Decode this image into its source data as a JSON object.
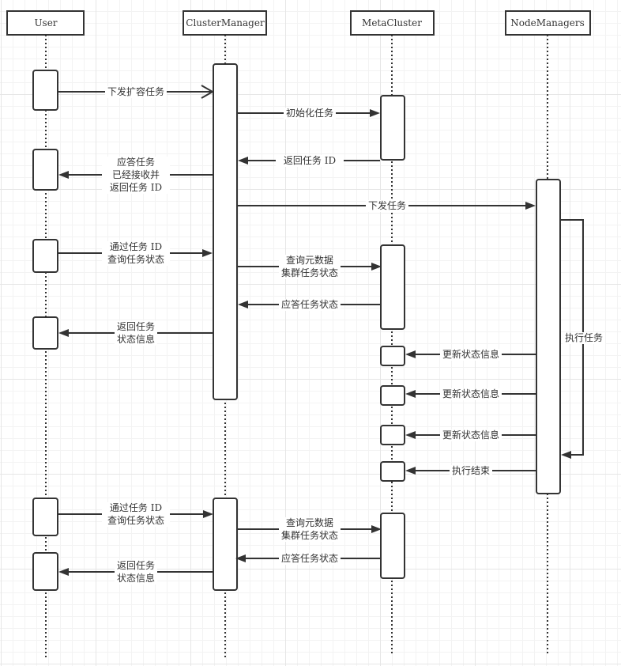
{
  "participants": [
    {
      "id": "user",
      "label": "User"
    },
    {
      "id": "cm",
      "label": "ClusterManager"
    },
    {
      "id": "meta",
      "label": "MetaCluster"
    },
    {
      "id": "nm",
      "label": "NodeManagers"
    }
  ],
  "messages": [
    {
      "from": "user",
      "to": "cm",
      "lines": [
        "下发扩容任务"
      ],
      "arrow": "open"
    },
    {
      "from": "cm",
      "to": "meta",
      "lines": [
        "初始化任务"
      ],
      "arrow": "filled"
    },
    {
      "from": "meta",
      "to": "cm",
      "lines": [
        "返回任务 ID"
      ],
      "arrow": "filled"
    },
    {
      "from": "cm",
      "to": "user",
      "lines": [
        "应答任务",
        "已经接收并",
        "返回任务 ID"
      ],
      "arrow": "filled"
    },
    {
      "from": "cm",
      "to": "nm",
      "lines": [
        "下发任务"
      ],
      "arrow": "filled"
    },
    {
      "from": "user",
      "to": "cm",
      "lines": [
        "通过任务 ID",
        "查询任务状态"
      ],
      "arrow": "filled"
    },
    {
      "from": "cm",
      "to": "meta",
      "lines": [
        "查询元数据",
        "集群任务状态"
      ],
      "arrow": "filled"
    },
    {
      "from": "meta",
      "to": "cm",
      "lines": [
        "应答任务状态"
      ],
      "arrow": "filled"
    },
    {
      "from": "cm",
      "to": "user",
      "lines": [
        "返回任务",
        "状态信息"
      ],
      "arrow": "filled"
    },
    {
      "from": "nm",
      "to": "nm",
      "lines": [
        "执行任务"
      ],
      "arrow": "filled",
      "self": true
    },
    {
      "from": "nm",
      "to": "meta",
      "lines": [
        "更新状态信息"
      ],
      "arrow": "filled"
    },
    {
      "from": "nm",
      "to": "meta",
      "lines": [
        "更新状态信息"
      ],
      "arrow": "filled"
    },
    {
      "from": "nm",
      "to": "meta",
      "lines": [
        "更新状态信息"
      ],
      "arrow": "filled"
    },
    {
      "from": "nm",
      "to": "meta",
      "lines": [
        "执行结束"
      ],
      "arrow": "filled"
    },
    {
      "from": "user",
      "to": "cm",
      "lines": [
        "通过任务 ID",
        "查询任务状态"
      ],
      "arrow": "filled"
    },
    {
      "from": "cm",
      "to": "meta",
      "lines": [
        "查询元数据",
        "集群任务状态"
      ],
      "arrow": "filled"
    },
    {
      "from": "meta",
      "to": "cm",
      "lines": [
        "应答任务状态"
      ],
      "arrow": "filled"
    },
    {
      "from": "cm",
      "to": "user",
      "lines": [
        "返回任务",
        "状态信息"
      ],
      "arrow": "filled"
    }
  ],
  "colors": {
    "stroke": "#333333",
    "text": "#333333",
    "grid": "#e6e6e6"
  }
}
